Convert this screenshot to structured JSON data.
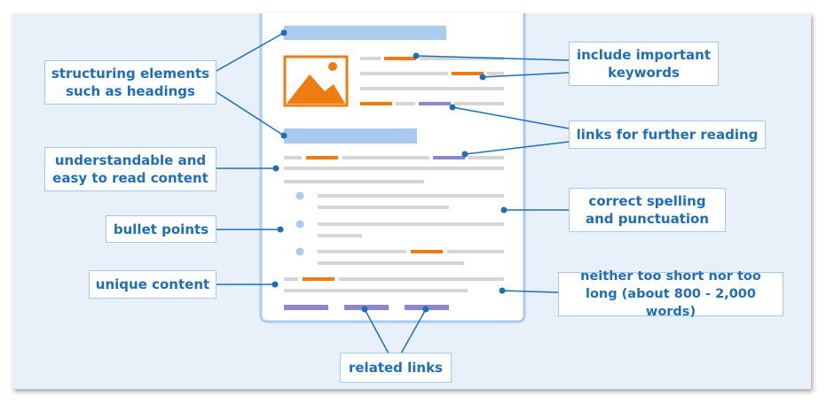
{
  "colors": {
    "background": "#e8f1fa",
    "text": "#1f6eb8",
    "connector": "#1f6eb8",
    "keyword": "#f07b12",
    "link": "#8c86cf",
    "text_line": "#d6d6d6",
    "heading_bar": "#a8cbee"
  },
  "icons": [
    "image-placeholder-icon"
  ],
  "labels": {
    "headings": "structuring elements such as headings",
    "understandable": "understandable and easy to read content",
    "bullets": "bullet points",
    "unique": "unique content",
    "keywords": "include important keywords",
    "further_reading": "links for further reading",
    "spelling": "correct spelling and punctuation",
    "length": "neither too short nor too long (about 800 - 2,000 words)",
    "related": "related links"
  }
}
